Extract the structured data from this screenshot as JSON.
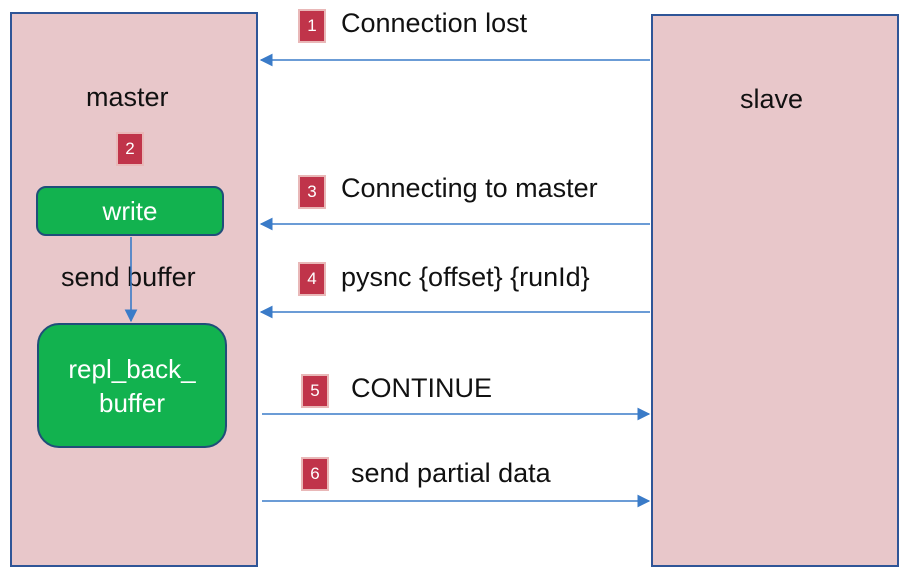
{
  "colors": {
    "panel_fill": "#e8c7ca",
    "panel_border": "#2f5597",
    "box_fill": "#12b24f",
    "box_border": "#1f4e79",
    "badge_fill": "#c0344a",
    "arrow": "#3a7bc8"
  },
  "master": {
    "title": "master",
    "write_label": "write",
    "send_buffer_label": "send buffer",
    "repl_back_buffer_line1": "repl_back_",
    "repl_back_buffer_line2": "buffer"
  },
  "slave": {
    "title": "slave"
  },
  "steps": [
    {
      "number": "1",
      "label": "Connection lost",
      "direction": "slave-to-master"
    },
    {
      "number": "2",
      "label": "",
      "direction": "internal"
    },
    {
      "number": "3",
      "label": "Connecting to master",
      "direction": "slave-to-master"
    },
    {
      "number": "4",
      "label": "pysnc {offset} {runId}",
      "direction": "slave-to-master"
    },
    {
      "number": "5",
      "label": "CONTINUE",
      "direction": "master-to-slave"
    },
    {
      "number": "6",
      "label": "send partial data",
      "direction": "master-to-slave"
    }
  ]
}
